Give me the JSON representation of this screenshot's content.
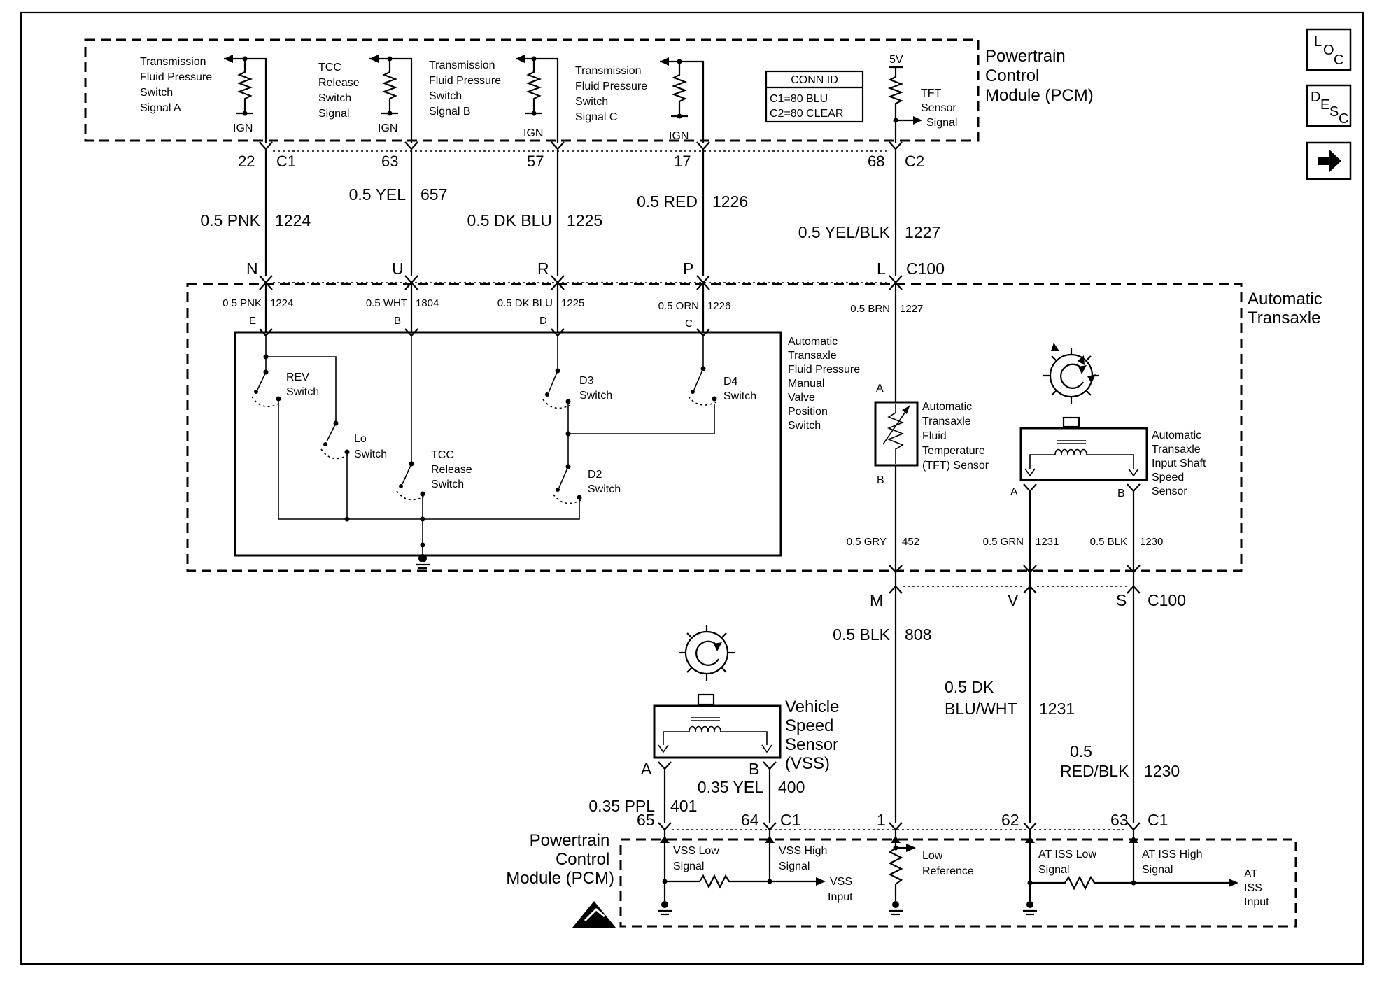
{
  "pcm_top": {
    "title": [
      "Powertrain",
      "Control",
      "Module (PCM)"
    ],
    "conn_id": {
      "title": "CONN ID",
      "c1": "C1=80 BLU",
      "c2": "C2=80 CLEAR"
    },
    "tfp_a": [
      "Transmission",
      "Fluid Pressure",
      "Switch",
      "Signal A"
    ],
    "tcc": [
      "TCC",
      "Release",
      "Switch",
      "Signal"
    ],
    "tfp_b": [
      "Transmission",
      "Fluid Pressure",
      "Switch",
      "Signal B"
    ],
    "tfp_c": [
      "Transmission",
      "Fluid Pressure",
      "Switch",
      "Signal C"
    ],
    "tft": [
      "TFT",
      "Sensor",
      "Signal"
    ],
    "ign": "IGN",
    "five_v": "5V"
  },
  "pcm_pins_top": {
    "p1": "22",
    "c1": "C1",
    "p2": "63",
    "p3": "57",
    "p4": "17",
    "p5": "68",
    "c2": "C2"
  },
  "wires_top": {
    "w1": {
      "color": "0.5 PNK",
      "circuit": "1224"
    },
    "w2": {
      "color": "0.5 YEL",
      "circuit": "657"
    },
    "w3": {
      "color": "0.5 DK BLU",
      "circuit": "1225"
    },
    "w4": {
      "color": "0.5 RED",
      "circuit": "1226"
    },
    "w5": {
      "color": "0.5 YEL/BLK",
      "circuit": "1227"
    }
  },
  "c100_top": {
    "n": "N",
    "u": "U",
    "r": "R",
    "p": "P",
    "l": "L",
    "name": "C100"
  },
  "transaxle": {
    "title": [
      "Automatic",
      "Transaxle"
    ],
    "wires": {
      "e": {
        "color": "0.5 PNK",
        "circuit": "1224",
        "pin": "E"
      },
      "b": {
        "color": "0.5 WHT",
        "circuit": "1804",
        "pin": "B"
      },
      "d": {
        "color": "0.5 DK BLU",
        "circuit": "1225",
        "pin": "D"
      },
      "c": {
        "color": "0.5 ORN",
        "circuit": "1226",
        "pin": "C"
      },
      "tft": {
        "color": "0.5 BRN",
        "circuit": "1227"
      }
    },
    "manual_valve": [
      "Automatic",
      "Transaxle",
      "Fluid Pressure",
      "Manual",
      "Valve",
      "Position",
      "Switch"
    ],
    "switches": {
      "rev": [
        "REV",
        "Switch"
      ],
      "lo": [
        "Lo",
        "Switch"
      ],
      "tcc": [
        "TCC",
        "Release",
        "Switch"
      ],
      "d3": [
        "D3",
        "Switch"
      ],
      "d2": [
        "D2",
        "Switch"
      ],
      "d4": [
        "D4",
        "Switch"
      ]
    },
    "tft_sensor": {
      "label": [
        "Automatic",
        "Transaxle",
        "Fluid",
        "Temperature",
        "(TFT) Sensor"
      ],
      "pin_a": "A",
      "pin_b": "B"
    },
    "iss": {
      "label": [
        "Automatic",
        "Transaxle",
        "Input Shaft",
        "Speed",
        "Sensor"
      ],
      "pin_a": "A",
      "pin_b": "B"
    },
    "bottom_wires": {
      "gry": {
        "color": "0.5 GRY",
        "circuit": "452"
      },
      "grn": {
        "color": "0.5 GRN",
        "circuit": "1231"
      },
      "blk": {
        "color": "0.5 BLK",
        "circuit": "1230"
      }
    }
  },
  "c100_bottom": {
    "m": "M",
    "v": "V",
    "s": "S",
    "name": "C100"
  },
  "wires_bottom": {
    "blk": {
      "color": "0.5 BLK",
      "circuit": "808"
    },
    "dkblu": {
      "color": [
        "0.5 DK",
        "BLU/WHT"
      ],
      "circuit": "1231"
    },
    "redblk": {
      "color": [
        "0.5",
        "RED/BLK"
      ],
      "circuit": "1230"
    }
  },
  "vss": {
    "label": [
      "Vehicle",
      "Speed",
      "Sensor",
      "(VSS)"
    ],
    "pin_a": "A",
    "pin_b": "B",
    "wire_a": {
      "color": "0.35 PPL",
      "circuit": "401"
    },
    "wire_b": {
      "color": "0.35 YEL",
      "circuit": "400"
    }
  },
  "pcm_bottom": {
    "title": [
      "Powertrain",
      "Control",
      "Module (PCM)"
    ],
    "pins": {
      "p65": "65",
      "p64": "64",
      "c1a": "C1",
      "p1": "1",
      "p62": "62",
      "p63": "63",
      "c1b": "C1"
    },
    "vss_low": [
      "VSS Low",
      "Signal"
    ],
    "vss_high": [
      "VSS High",
      "Signal"
    ],
    "vss_input": [
      "VSS",
      "Input"
    ],
    "low_ref": [
      "Low",
      "Reference"
    ],
    "iss_low": [
      "AT ISS Low",
      "Signal"
    ],
    "iss_high": [
      "AT ISS High",
      "Signal"
    ],
    "iss_input": [
      "AT",
      "ISS",
      "Input"
    ]
  },
  "nav": {
    "loc": [
      "L",
      "O",
      "C"
    ],
    "desc": [
      "D",
      "E",
      "S",
      "C"
    ]
  }
}
